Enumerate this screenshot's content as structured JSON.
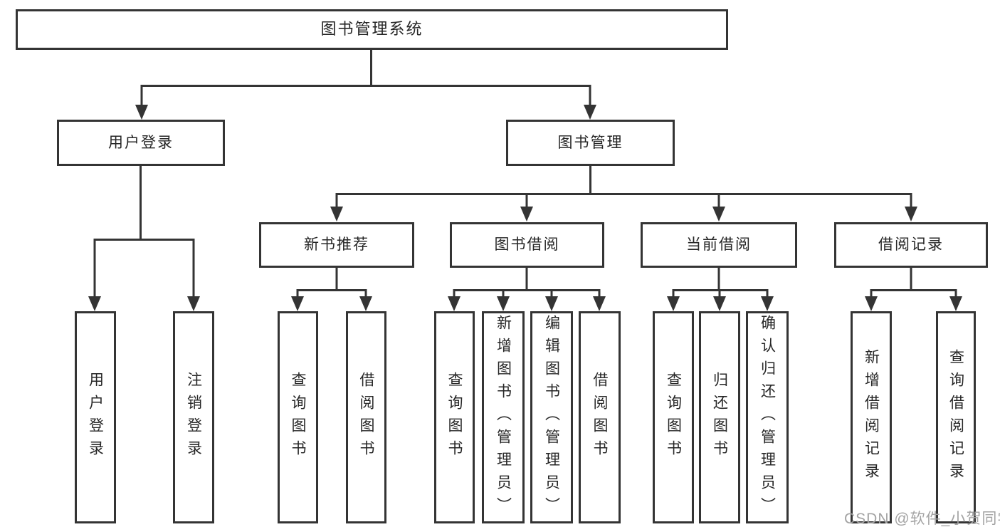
{
  "diagram": {
    "root": {
      "label": "图书管理系统"
    },
    "branches": [
      {
        "label": "用户登录",
        "children": [
          {
            "label": "用户登录"
          },
          {
            "label": "注销登录"
          }
        ]
      },
      {
        "label": "图书管理",
        "children": [
          {
            "label": "新书推荐",
            "children": [
              {
                "label": "查询图书"
              },
              {
                "label": "借阅图书"
              }
            ]
          },
          {
            "label": "图书借阅",
            "children": [
              {
                "label": "查询图书"
              },
              {
                "label": "新增图书（管理员）"
              },
              {
                "label": "编辑图书（管理员）"
              },
              {
                "label": "借阅图书"
              }
            ]
          },
          {
            "label": "当前借阅",
            "children": [
              {
                "label": "查询图书"
              },
              {
                "label": "归还图书"
              },
              {
                "label": "确认归还（管理员）"
              }
            ]
          },
          {
            "label": "借阅记录",
            "children": [
              {
                "label": "新增借阅记录"
              },
              {
                "label": "查询借阅记录"
              }
            ]
          }
        ]
      }
    ]
  },
  "watermark": {
    "text": "CSDN @软件_小贺同学"
  },
  "colors": {
    "line": "#343434",
    "text": "#262626",
    "background": "#ffffff",
    "watermark": "#a3a3a3"
  }
}
